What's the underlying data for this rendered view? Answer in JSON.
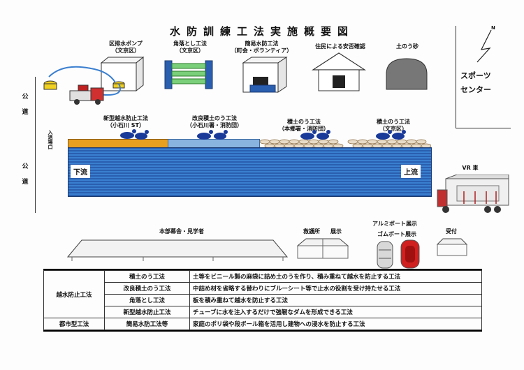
{
  "title": "水防訓練工法実施概要図",
  "top_items": {
    "pump": "区排水ポンプ\n（文京区）",
    "kadootoshi": "角落とし工法\n（文京区）",
    "kanni": "簡易水防工法\n（町会・ボランティア）",
    "anpi": "住民による安否確認",
    "sandbag": "土のう砂"
  },
  "sports_center": "スポーツ\nセンター",
  "north": "N",
  "road_upper": "公\n道",
  "road_lower": "公\n道",
  "entrance": "入\n退\n場\n口",
  "methods_on_river": {
    "shingata": "新型越水防止工法\n（小石川 ST）",
    "kairyo": "改良積土のう工法\n（小石川署・消防団）",
    "tsumi1": "積土のう工法\n（本郷署・消防団）",
    "tsumi2": "積土のう工法\n（文京区）"
  },
  "downstream": "下流",
  "upstream": "上流",
  "vr_car": "VR 車",
  "tents": {
    "honbu": "本部幕舎・見学者",
    "kyugo": "救護所",
    "tenji": "展示",
    "aluminum": "アルミボート展示",
    "gomu": "ゴムボート展示",
    "uketsuke": "受付"
  },
  "table": {
    "rows": [
      {
        "category": "越水防止工法",
        "method": "積土のう工法",
        "desc": "土等をビニール製の麻袋に詰め土のうを作り、積み重ねて越水を防止する工法"
      },
      {
        "category": "",
        "method": "改良積土のう工法",
        "desc": "中詰め材を省略する替わりにブルーシート等で止水の役割を受け持たせる工法"
      },
      {
        "category": "",
        "method": "角落とし工法",
        "desc": "板を積み重ねて越水を防止する工法"
      },
      {
        "category": "",
        "method": "新型越水防止工法",
        "desc": "チューブに水を注入するだけで強靭なダムを形成できる工法"
      },
      {
        "category": "都市型工法",
        "method": "簡易水防工法等",
        "desc": "家庭のポリ袋や段ボール箱を活用し建物への浸水を防止する工法"
      }
    ]
  },
  "colors": {
    "river_blue": "#2a5fb0",
    "orange_tube": "#e8a020",
    "light_blue_sheet": "#8ab4e0",
    "dark_blue_figures": "#1a3a9a"
  }
}
